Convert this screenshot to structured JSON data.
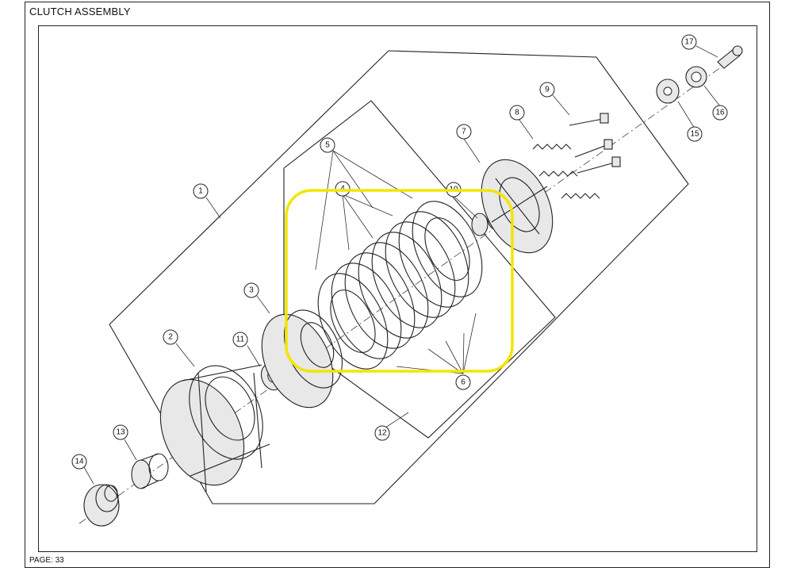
{
  "header": {
    "title": "CLUTCH ASSEMBLY"
  },
  "footer": {
    "page": "PAGE: 33"
  },
  "colors": {
    "highlight": "#f2e600",
    "line": "#222222"
  },
  "callouts": [
    {
      "id": "c1",
      "label": "1"
    },
    {
      "id": "c2",
      "label": "2"
    },
    {
      "id": "c3",
      "label": "3"
    },
    {
      "id": "c4",
      "label": "4"
    },
    {
      "id": "c5",
      "label": "5"
    },
    {
      "id": "c6",
      "label": "6"
    },
    {
      "id": "c7",
      "label": "7"
    },
    {
      "id": "c8",
      "label": "8"
    },
    {
      "id": "c9",
      "label": "9"
    },
    {
      "id": "c10",
      "label": "10"
    },
    {
      "id": "c11",
      "label": "11"
    },
    {
      "id": "c12",
      "label": "12"
    },
    {
      "id": "c13",
      "label": "13"
    },
    {
      "id": "c14",
      "label": "14"
    },
    {
      "id": "c15",
      "label": "15"
    },
    {
      "id": "c16",
      "label": "16"
    },
    {
      "id": "c17",
      "label": "17"
    }
  ]
}
